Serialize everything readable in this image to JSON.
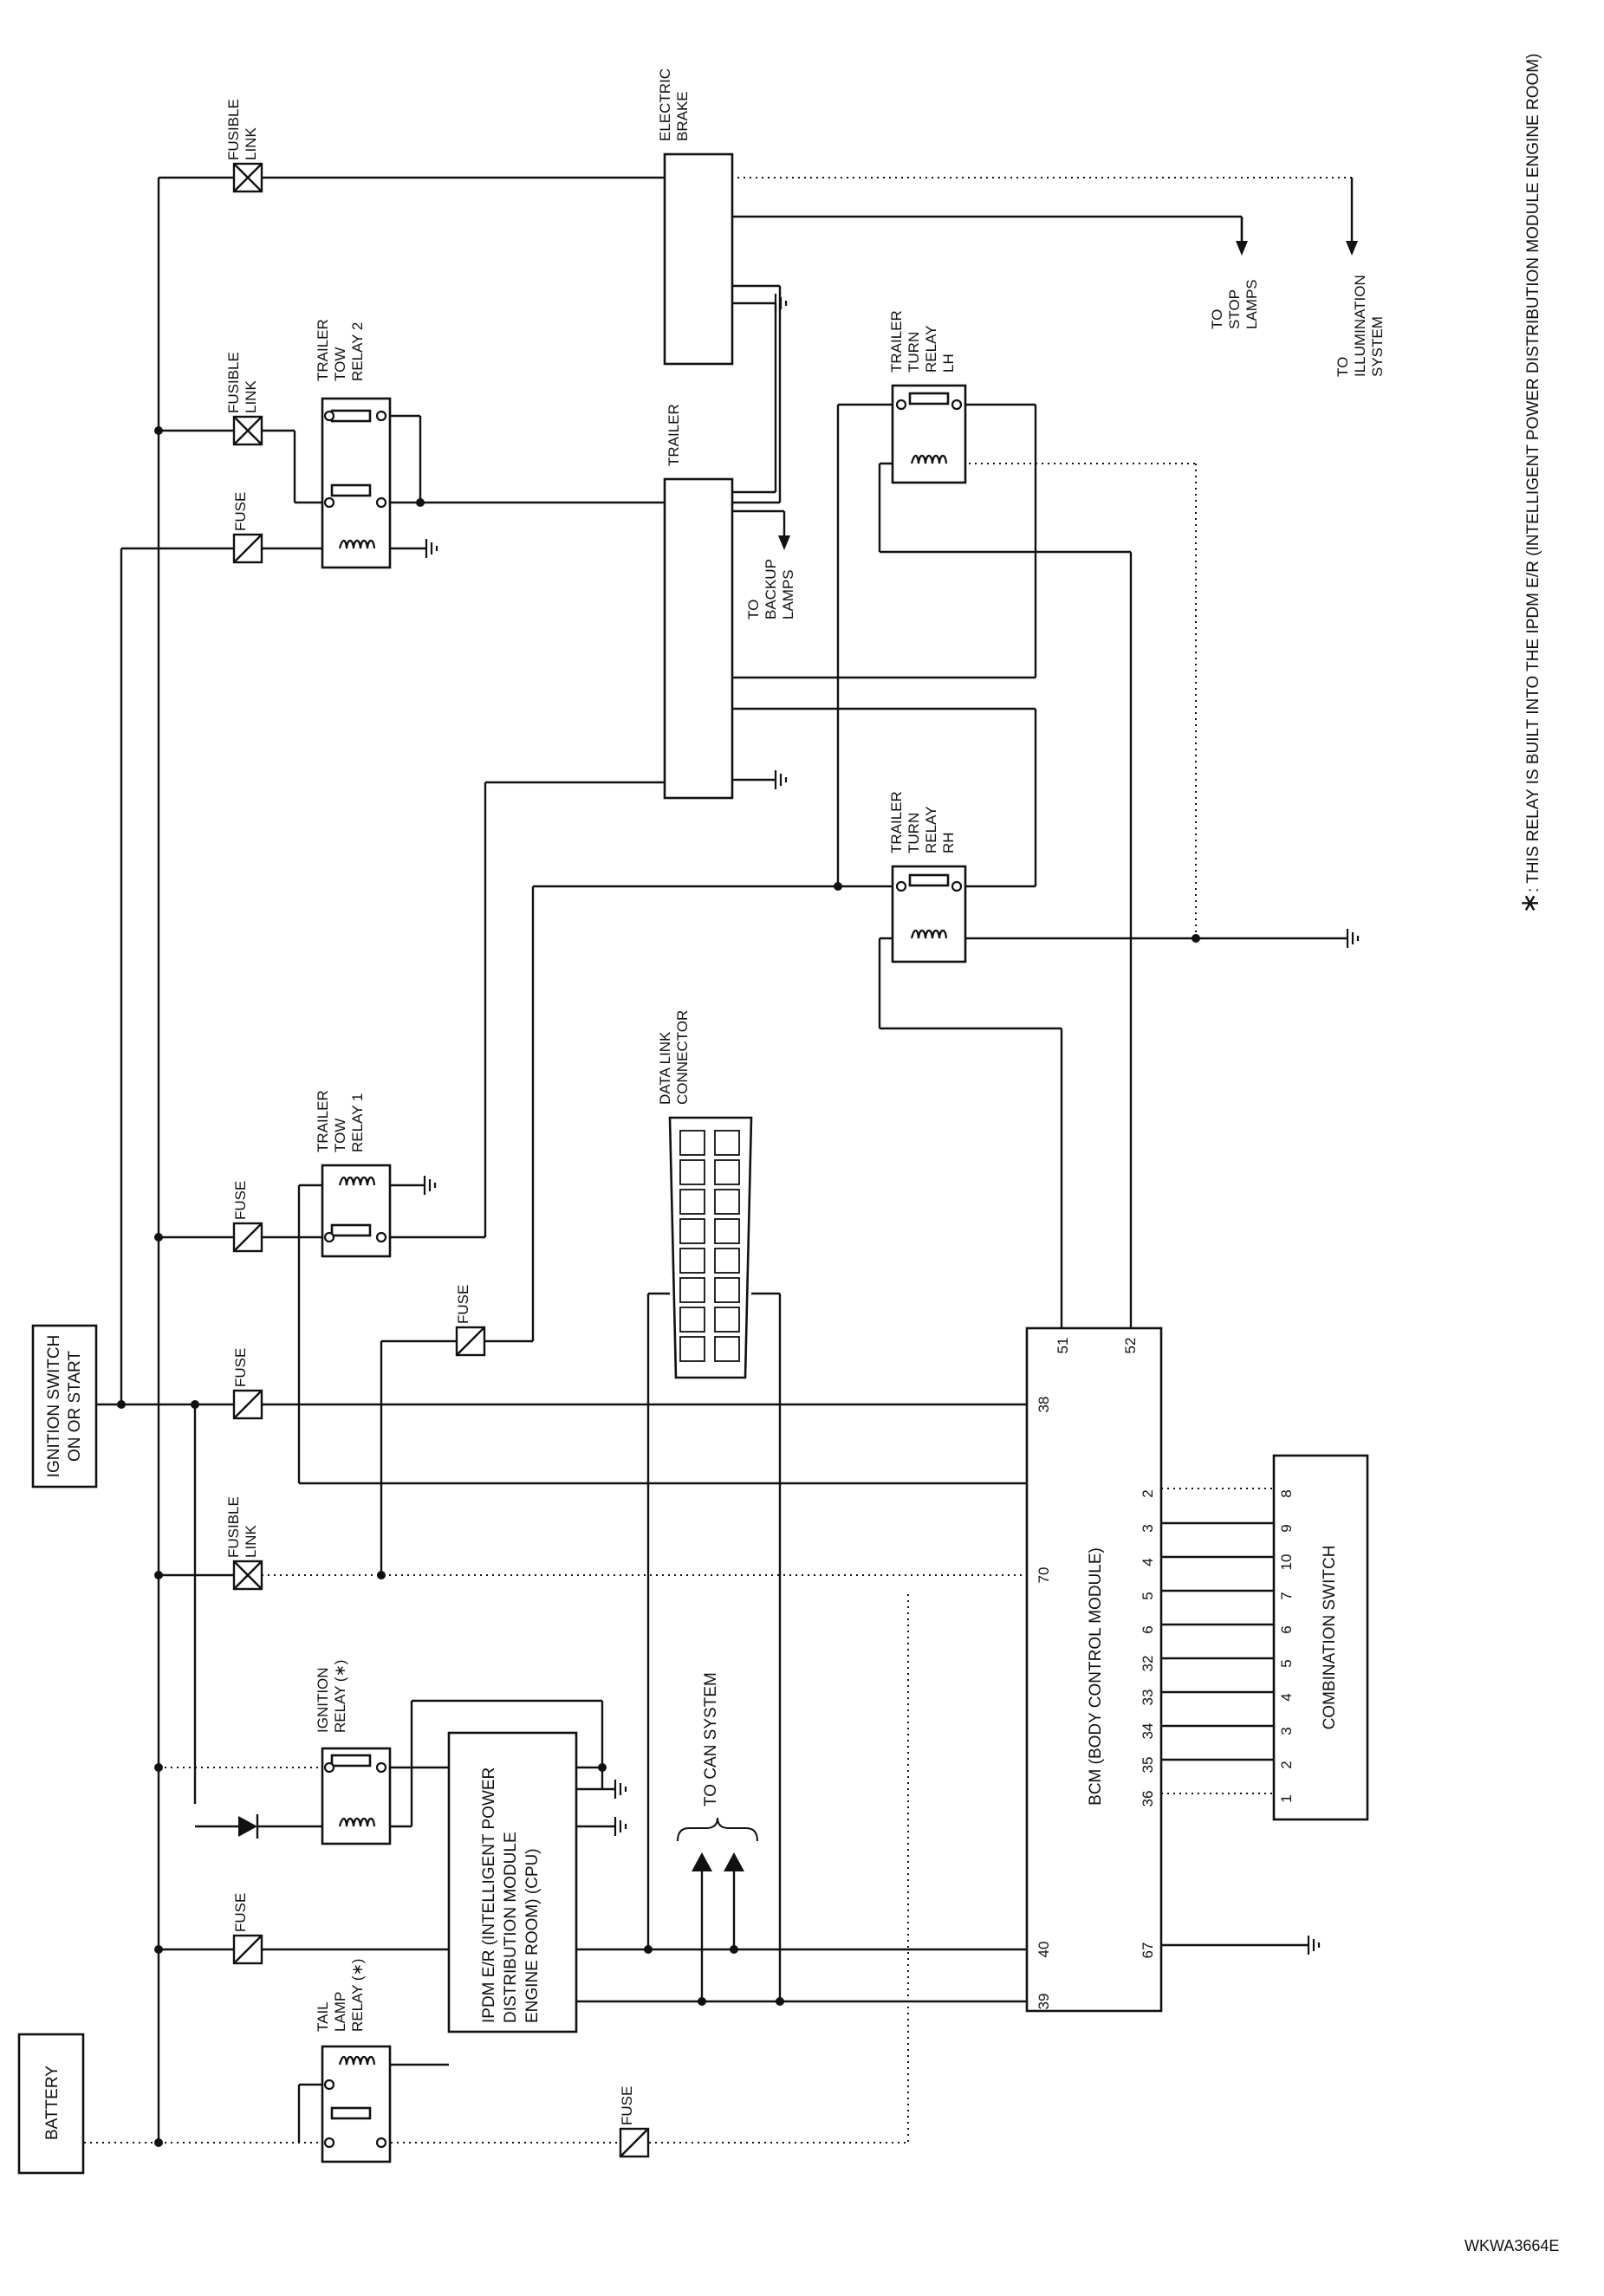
{
  "components": {
    "battery": "BATTERY",
    "ignition_switch": [
      "IGNITION SWITCH",
      "ON OR START"
    ],
    "tail_lamp_relay": [
      "TAIL",
      "LAMP",
      "RELAY (∗)"
    ],
    "ignition_relay": [
      "IGNITION",
      "RELAY (∗)"
    ],
    "trailer_tow_relay_1": [
      "TRAILER",
      "TOW",
      "RELAY 1"
    ],
    "trailer_tow_relay_2": [
      "TRAILER",
      "TOW",
      "RELAY 2"
    ],
    "trailer_turn_relay_rh": [
      "TRAILER",
      "TURN",
      "RELAY",
      "RH"
    ],
    "trailer_turn_relay_lh": [
      "TRAILER",
      "TURN",
      "RELAY",
      "LH"
    ],
    "ipdm": [
      "IPDM E/R (INTELLIGENT POWER",
      "DISTRIBUTION MODULE",
      "ENGINE ROOM) (CPU)"
    ],
    "can": "TO CAN SYSTEM",
    "data_link": [
      "DATA LINK",
      "CONNECTOR"
    ],
    "trailer": "TRAILER",
    "electric_brake": [
      "ELECTRIC",
      "BRAKE"
    ],
    "backup_lamps": [
      "TO",
      "BACKUP",
      "LAMPS"
    ],
    "stop_lamps": [
      "TO",
      "STOP",
      "LAMPS"
    ],
    "illumination": [
      "TO",
      "ILLUMINATION",
      "SYSTEM"
    ],
    "bcm": "BCM (BODY CONTROL MODULE)",
    "combination_switch": "COMBINATION SWITCH"
  },
  "labels": {
    "fuse": "FUSE",
    "fusible_link": [
      "FUSIBLE",
      "LINK"
    ]
  },
  "bcm_terminals": {
    "left": [
      "39",
      "40",
      "70",
      "38",
      "51",
      "52"
    ],
    "bottom": [
      "67",
      "36",
      "35",
      "34",
      "33",
      "32",
      "6",
      "5",
      "4",
      "3",
      "2"
    ]
  },
  "combination_switch_terminals": [
    "1",
    "2",
    "3",
    "4",
    "5",
    "6",
    "7",
    "10",
    "9",
    "8"
  ],
  "footnote": {
    "star": "∗",
    "text": ": THIS RELAY IS BUILT INTO THE IPDM E/R (INTELLIGENT POWER DISTRIBUTION MODULE ENGINE ROOM)"
  },
  "diagram_code": "WKWA3664E"
}
